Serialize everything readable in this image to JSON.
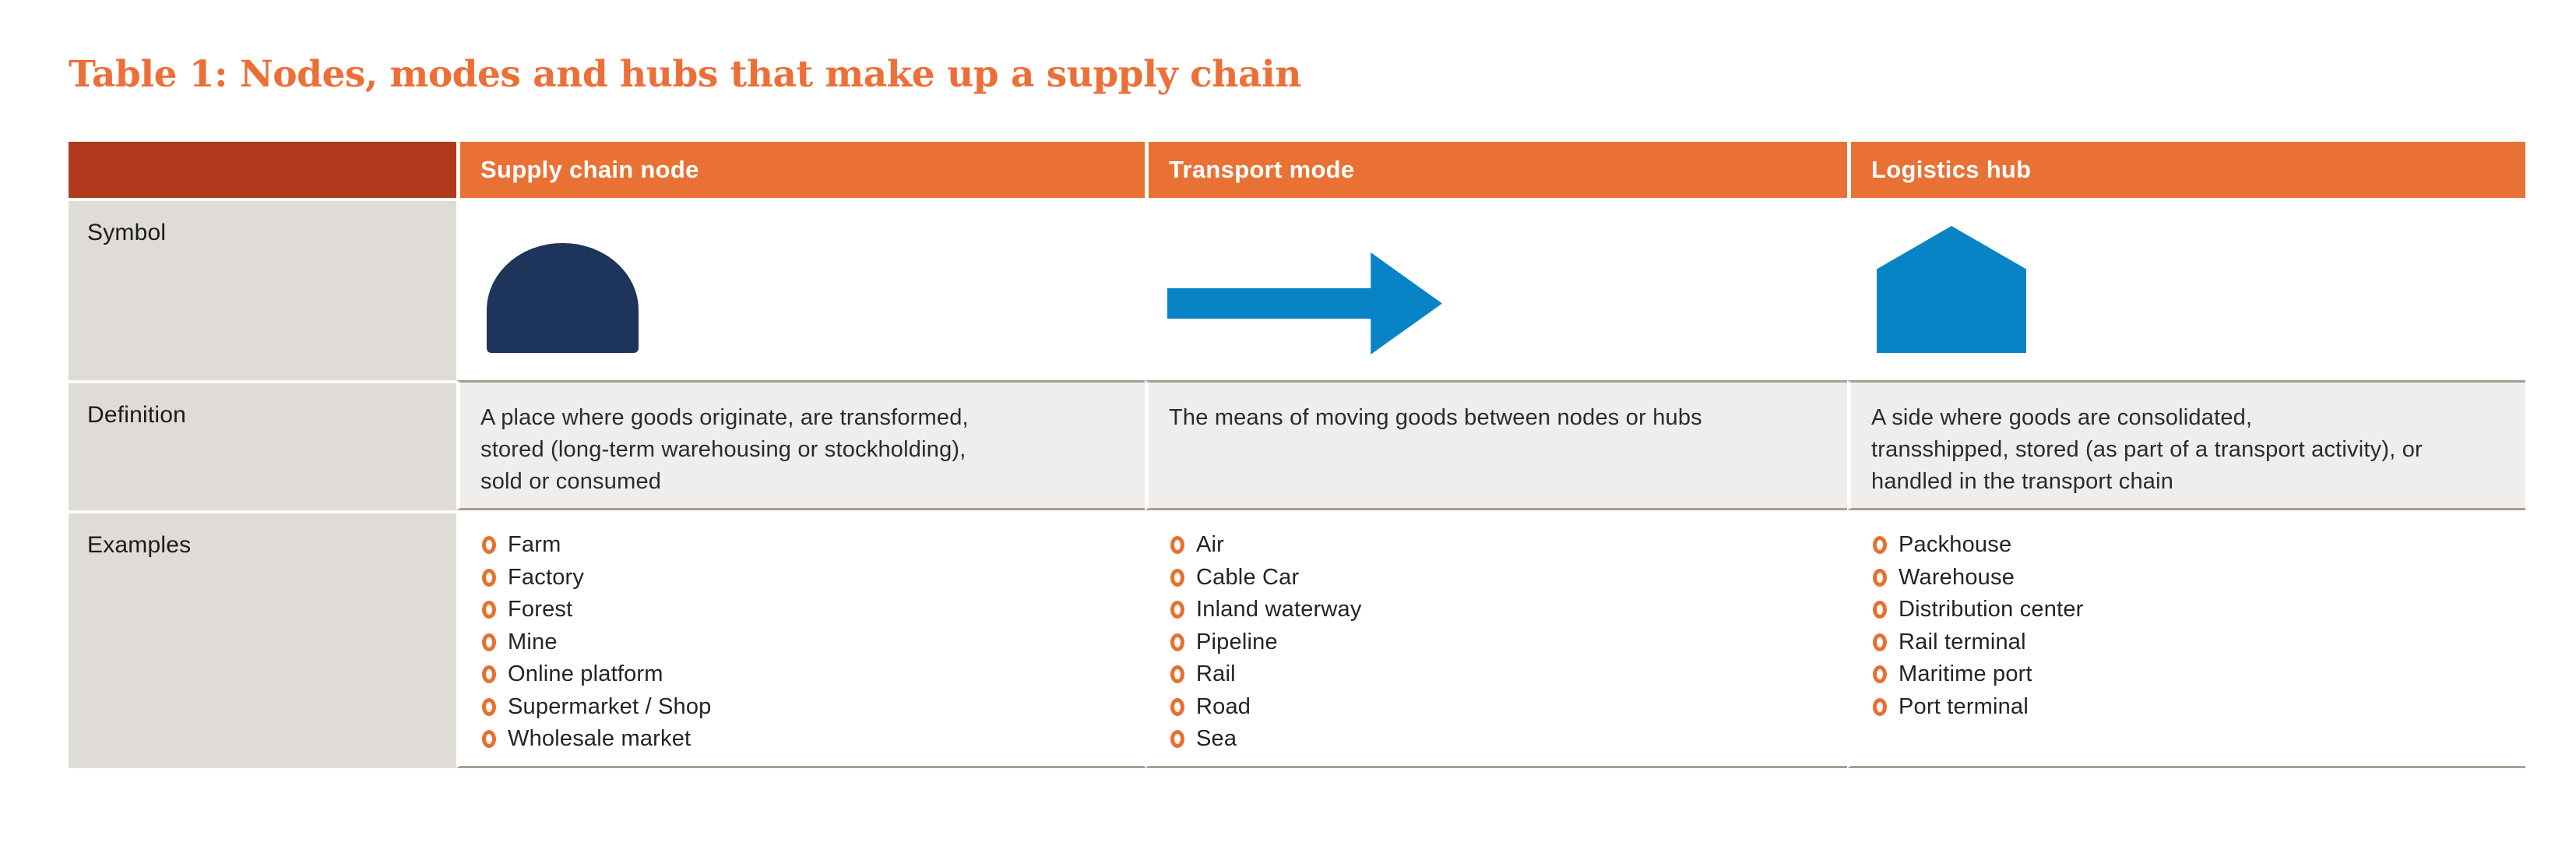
{
  "title": "Table 1: Nodes, modes and hubs that make up a supply chain",
  "colors": {
    "title_orange": "#ED6F38",
    "header_orange": "#E97134",
    "header_dark_red": "#B23A1C",
    "label_column_beige": "#DFDBD6",
    "definition_row_gray": "#EFEEEC",
    "grid_line_tan": "#A89E94",
    "bullet_orange": "#E8702F",
    "node_symbol_navy": "#1E355B",
    "mode_hub_symbol_blue": "#0884C6"
  },
  "table": {
    "row_labels": {
      "symbol": "Symbol",
      "definition": "Definition",
      "examples": "Examples"
    },
    "columns": [
      {
        "header": "Supply chain node",
        "symbol_icon": "node-arch-icon",
        "definition": "A place where goods originate, are transformed,\nstored (long-term warehousing or stockholding),\nsold or consumed",
        "examples": [
          "Farm",
          "Factory",
          "Forest",
          "Mine",
          "Online platform",
          "Supermarket / Shop",
          "Wholesale market"
        ]
      },
      {
        "header": "Transport mode",
        "symbol_icon": "right-arrow-icon",
        "definition": "The means of moving goods between nodes or hubs",
        "examples": [
          "Air",
          "Cable Car",
          "Inland waterway",
          "Pipeline",
          "Rail",
          "Road",
          "Sea"
        ]
      },
      {
        "header": "Logistics hub",
        "symbol_icon": "house-pentagon-icon",
        "definition": "A side where goods are consolidated,\ntransshipped, stored (as part of a transport activity), or\nhandled in the transport chain",
        "examples": [
          "Packhouse",
          "Warehouse",
          "Distribution center",
          "Rail terminal",
          "Maritime port",
          "Port terminal"
        ]
      }
    ]
  }
}
